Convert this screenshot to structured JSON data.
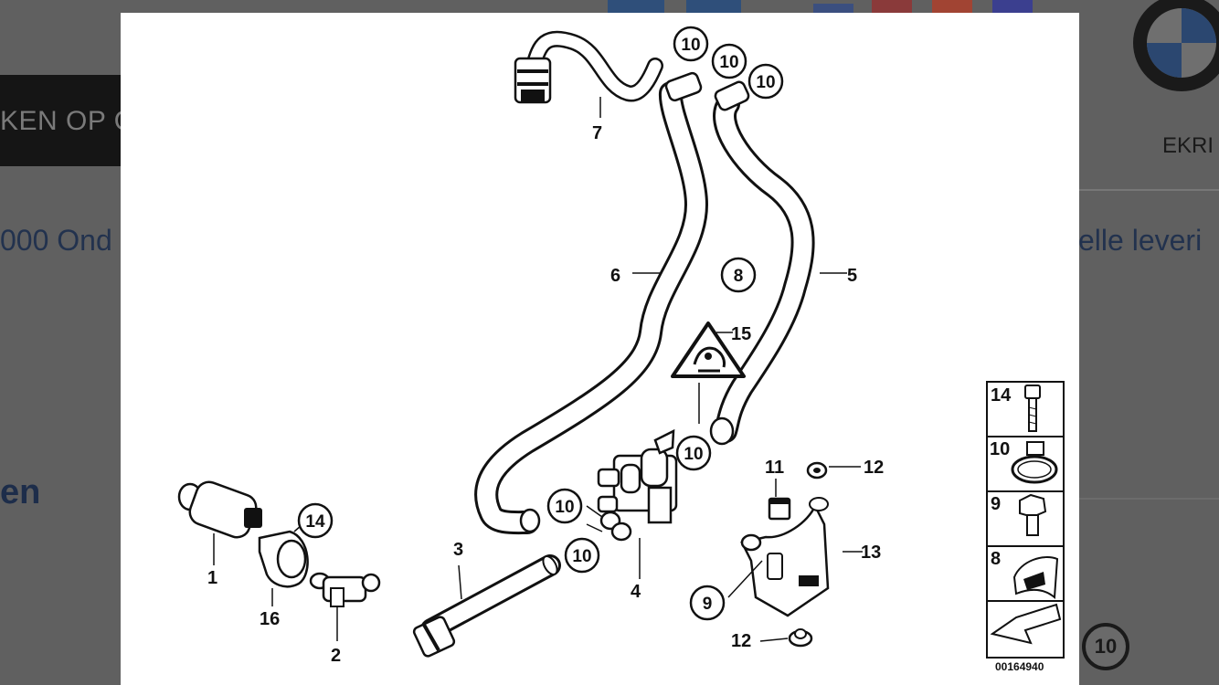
{
  "background": {
    "topbar_text": "KEN OP C",
    "left_text": "000 Ond",
    "left_heading": "en",
    "right_text": "elle leveri",
    "right_top": "EKRI",
    "badge": "10"
  },
  "diagram": {
    "labels": {
      "p1": "1",
      "p2": "2",
      "p3": "3",
      "p4": "4",
      "p5": "5",
      "p6": "6",
      "p7": "7",
      "p11": "11",
      "p12a": "12",
      "p12b": "12",
      "p13": "13",
      "p15": "15",
      "p16": "16"
    },
    "circles": {
      "c10a": "10",
      "c10b": "10",
      "c10c": "10",
      "c10d": "10",
      "c10e": "10",
      "c10f": "10",
      "c8": "8",
      "c9": "9",
      "c14": "14"
    },
    "legend": {
      "r14": "14",
      "r10": "10",
      "r9": "9",
      "r8": "8"
    },
    "ref_number": "00164940"
  }
}
